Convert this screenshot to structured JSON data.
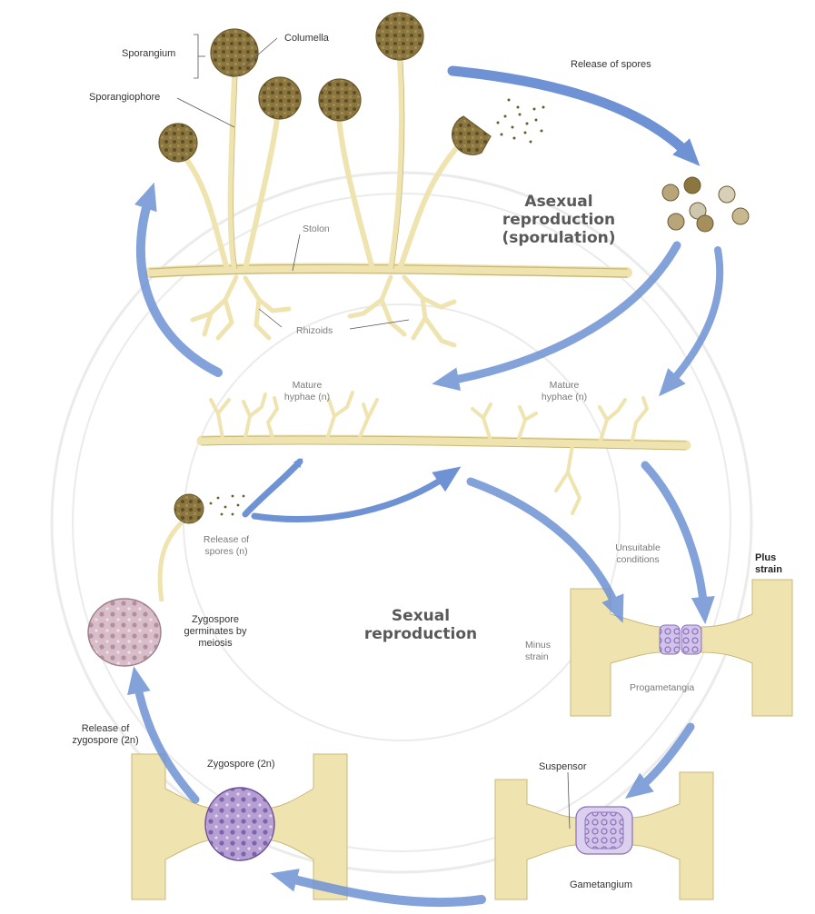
{
  "labels": {
    "sporangium": "Sporangium",
    "columella": "Columella",
    "sporangiophore": "Sporangiophore",
    "release_of_spores_top": "Release of spores",
    "stolon": "Stolon",
    "rhizoids": "Rhizoids",
    "asexual_1": "Asexual",
    "asexual_2": "reproduction",
    "asexual_3": "(sporulation)",
    "mature_hyphae_left_1": "Mature",
    "mature_hyphae_left_2": "hyphae (n)",
    "mature_hyphae_right_1": "Mature",
    "mature_hyphae_right_2": "hyphae (n)",
    "release_spores_n_1": "Release of",
    "release_spores_n_2": "spores (n)",
    "unsuitable_1": "Unsuitable",
    "unsuitable_2": "conditions",
    "plus_strain_1": "Plus",
    "plus_strain_2": "strain",
    "sexual_1": "Sexual",
    "sexual_2": "reproduction",
    "zygospore_germ_1": "Zygospore",
    "zygospore_germ_2": "germinates by",
    "zygospore_germ_3": "meiosis",
    "minus_strain_1": "Minus",
    "minus_strain_2": "strain",
    "progametangia": "Progametangia",
    "release_zygospore_1": "Release of",
    "release_zygospore_2": "zygospore (2n)",
    "zygospore_2n": "Zygospore (2n)",
    "suspensor": "Suspensor",
    "gametangium": "Gametangium"
  },
  "colors": {
    "arrow": "#6f92d4",
    "hypha": "#efe4b0",
    "hypha_stroke": "#c9b77a",
    "sporangium": "#8c7640",
    "zygospore": "#b6a0d3",
    "germinating_zygospore": "#d8bcc8"
  }
}
